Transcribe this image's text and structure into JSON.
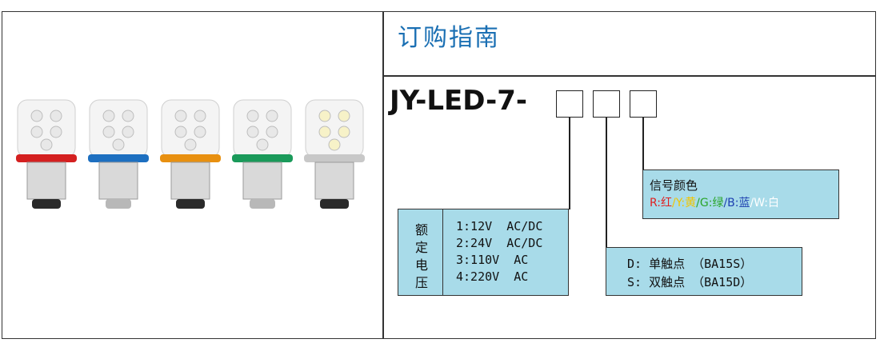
{
  "header": {
    "title": "订购指南"
  },
  "model": {
    "prefix": "JY-LED-7-"
  },
  "signal_color": {
    "heading": "信号颜色",
    "items": [
      {
        "code": "R:",
        "name": "红",
        "color": "#e02020"
      },
      {
        "code": "/Y:",
        "name": "黄",
        "color": "#f2c500"
      },
      {
        "code": "/G:",
        "name": "绿",
        "color": "#2aa52a"
      },
      {
        "code": "/B:",
        "name": "蓝",
        "color": "#1d3fb0"
      },
      {
        "code": "/W:",
        "name": "白",
        "color": "#ffffff"
      }
    ]
  },
  "rated_voltage": {
    "label_chars": [
      "额",
      "定",
      "电",
      "压"
    ],
    "rows": [
      "1:12V  AC/DC",
      "2:24V  AC/DC",
      "3:110V  AC",
      "4:220V  AC"
    ]
  },
  "contact": {
    "rows": [
      "D: 单触点 （BA15S）",
      "S: 双触点 （BA15D）"
    ]
  },
  "bulbs": [
    {
      "ring_color": "#d42020"
    },
    {
      "ring_color": "#1d6fc0"
    },
    {
      "ring_color": "#e89010"
    },
    {
      "ring_color": "#1a9a5a"
    },
    {
      "ring_color": "#c8c8c8"
    }
  ]
}
